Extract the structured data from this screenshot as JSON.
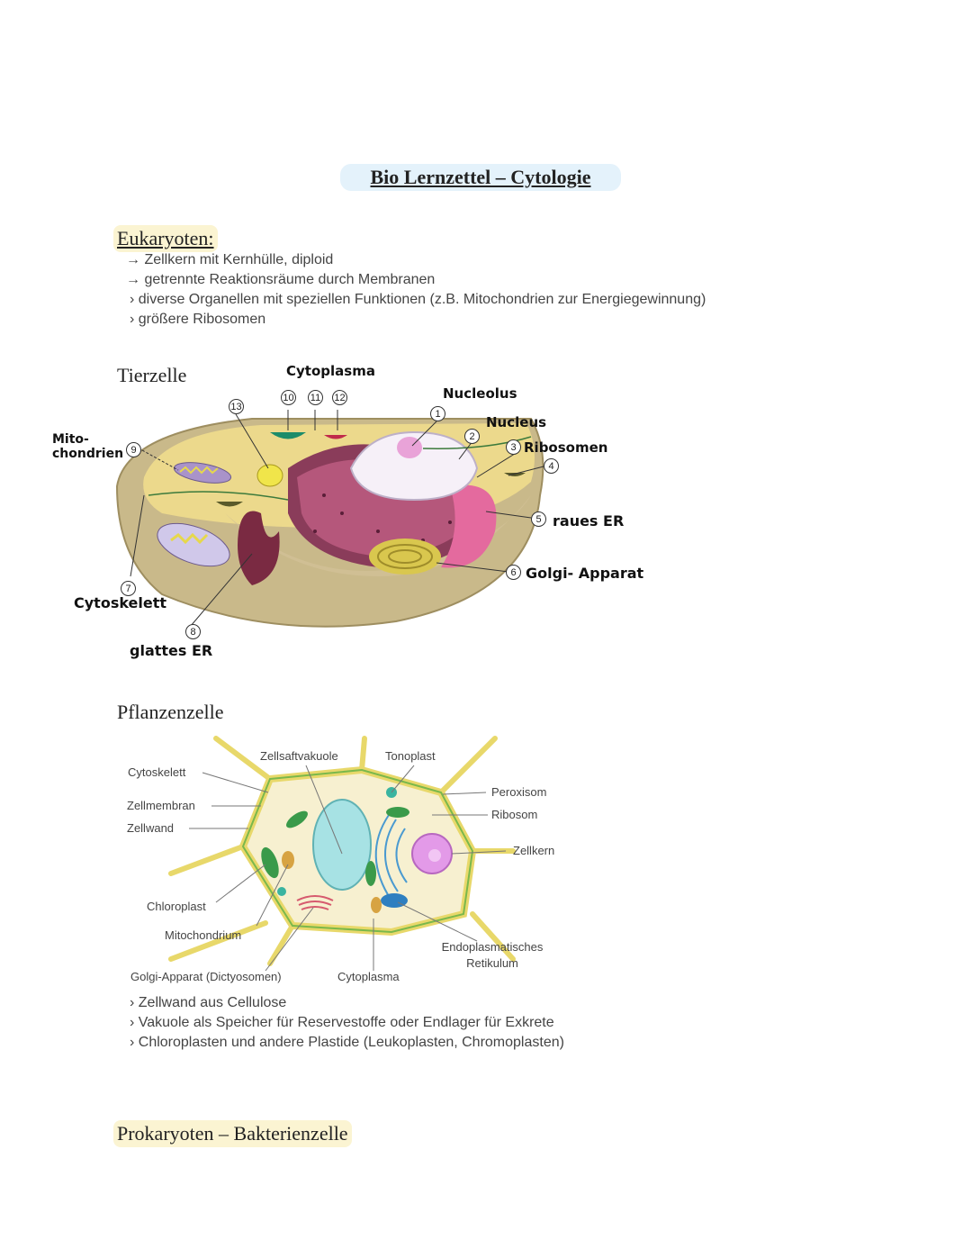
{
  "title": "Bio Lernzettel – Cytologie",
  "eukaryoten": {
    "heading": "Eukaryoten:",
    "bullets": [
      "→ Zellkern mit Kernhülle, diploid",
      "→ getrennte Reaktionsräume durch Membranen",
      "› diverse Organellen mit speziellen Funktionen (z.B. Mitochondrien zur Energiegewinnung)",
      "› größere Ribosomen"
    ]
  },
  "tierzelle": {
    "heading": "Tierzelle",
    "labels": {
      "cytoplasma": "Cytoplasma",
      "nucleolus": "Nucleolus",
      "nucleus": "Nucleus",
      "ribosomen": "Ribosomen",
      "raues_er": "raues ER",
      "golgi": "Golgi- Apparat",
      "mitochondrien": "Mito- chondrien",
      "cytoskelett": "Cytoskelett",
      "glattes_er": "glattes ER"
    },
    "numbers": [
      "1",
      "2",
      "3",
      "4",
      "5",
      "6",
      "7",
      "8",
      "9",
      "10",
      "11",
      "12",
      "13"
    ]
  },
  "pflanzenzelle": {
    "heading": "Pflanzenzelle",
    "labels": {
      "zellsaftvakuole": "Zellsaftvakuole",
      "tonoplast": "Tonoplast",
      "cytoskelett": "Cytoskelett",
      "peroxisom": "Peroxisom",
      "zellmembran": "Zellmembran",
      "ribosom": "Ribosom",
      "zellwand": "Zellwand",
      "zellkern": "Zellkern",
      "chloroplast": "Chloroplast",
      "mitochondrium": "Mitochondrium",
      "er": "Endoplasmatisches Retikulum",
      "golgi": "Golgi-Apparat (Dictyosomen)",
      "cytoplasma": "Cytoplasma"
    },
    "bullets": [
      "› Zellwand aus Cellulose",
      "› Vakuole als Speicher für Reservestoffe oder Endlager für Exkrete",
      "› Chloroplasten und andere Plastide (Leukoplasten, Chromoplasten)"
    ]
  },
  "prokaryoten": {
    "heading": "Prokaryoten – Bakterienzelle"
  }
}
